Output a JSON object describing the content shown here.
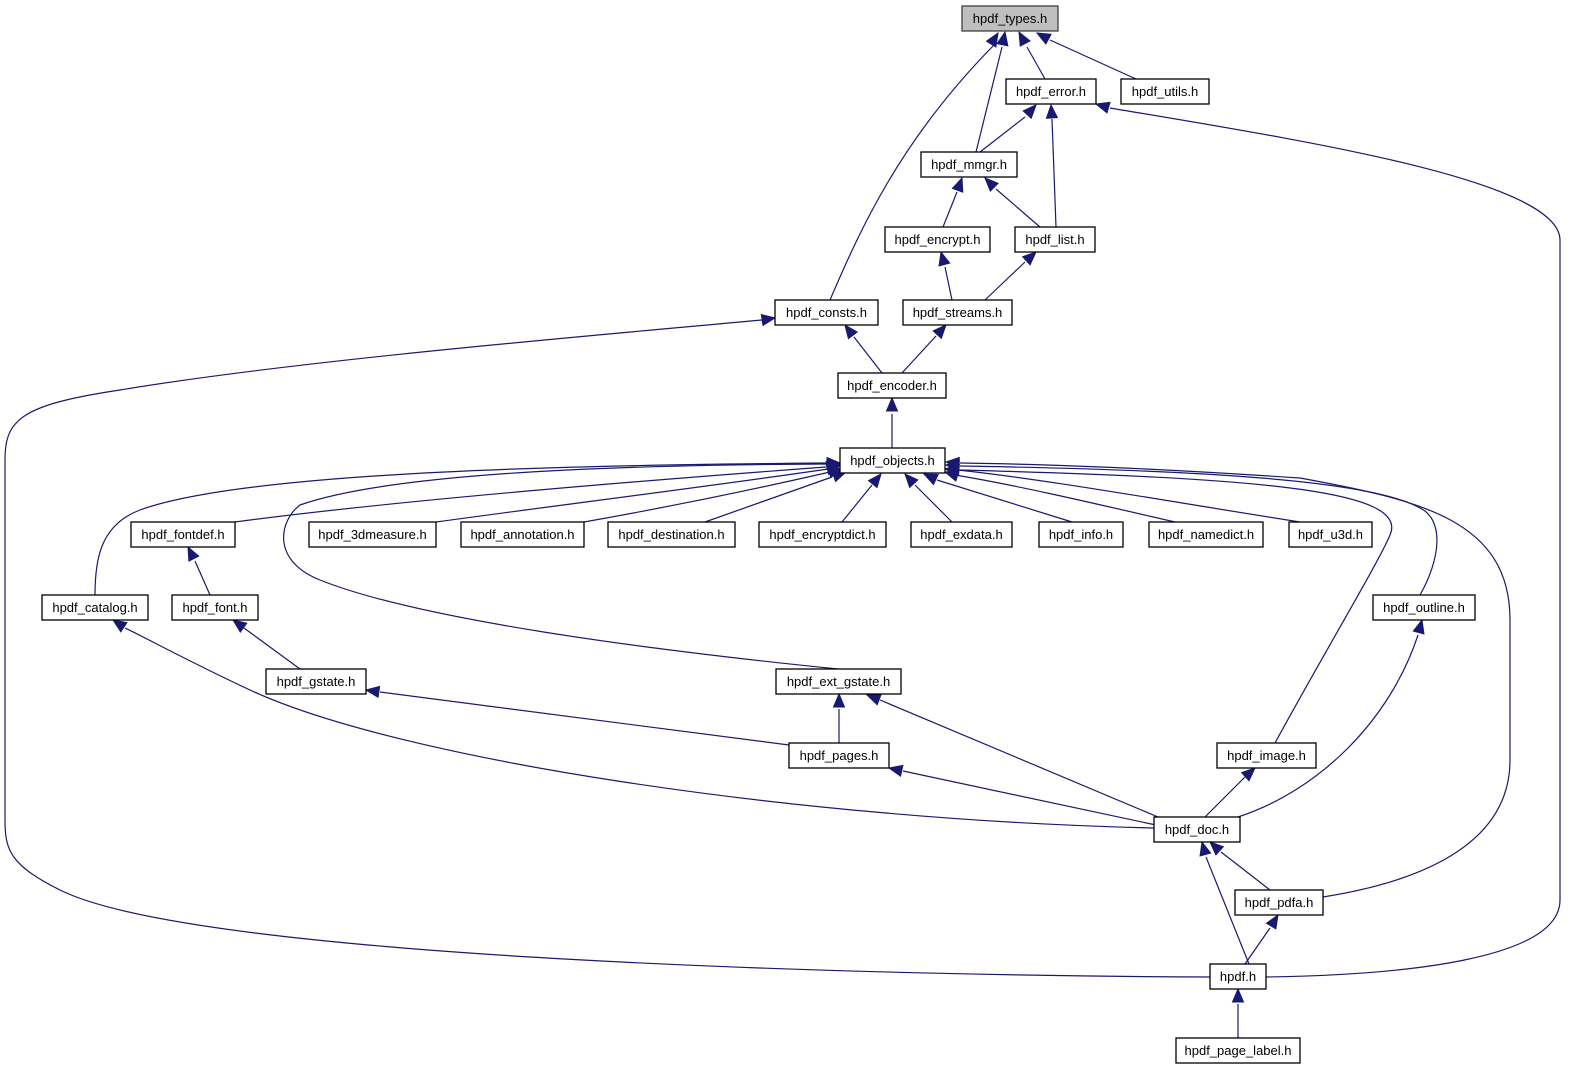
{
  "diagram": {
    "title": "hpdf_types.h include dependency graph",
    "root": "types",
    "colors": {
      "edge": "#191970",
      "node_border": "#000000",
      "root_fill": "#bfbfbf",
      "node_fill": "#ffffff"
    },
    "nodes": [
      {
        "id": "types",
        "label": "hpdf_types.h"
      },
      {
        "id": "error",
        "label": "hpdf_error.h"
      },
      {
        "id": "utils",
        "label": "hpdf_utils.h"
      },
      {
        "id": "mmgr",
        "label": "hpdf_mmgr.h"
      },
      {
        "id": "encrypt",
        "label": "hpdf_encrypt.h"
      },
      {
        "id": "list",
        "label": "hpdf_list.h"
      },
      {
        "id": "consts",
        "label": "hpdf_consts.h"
      },
      {
        "id": "streams",
        "label": "hpdf_streams.h"
      },
      {
        "id": "encoder",
        "label": "hpdf_encoder.h"
      },
      {
        "id": "objects",
        "label": "hpdf_objects.h"
      },
      {
        "id": "fontdef",
        "label": "hpdf_fontdef.h"
      },
      {
        "id": "3dmeasure",
        "label": "hpdf_3dmeasure.h"
      },
      {
        "id": "annotation",
        "label": "hpdf_annotation.h"
      },
      {
        "id": "destination",
        "label": "hpdf_destination.h"
      },
      {
        "id": "encryptdict",
        "label": "hpdf_encryptdict.h"
      },
      {
        "id": "exdata",
        "label": "hpdf_exdata.h"
      },
      {
        "id": "info",
        "label": "hpdf_info.h"
      },
      {
        "id": "namedict",
        "label": "hpdf_namedict.h"
      },
      {
        "id": "u3d",
        "label": "hpdf_u3d.h"
      },
      {
        "id": "catalog",
        "label": "hpdf_catalog.h"
      },
      {
        "id": "font",
        "label": "hpdf_font.h"
      },
      {
        "id": "outline",
        "label": "hpdf_outline.h"
      },
      {
        "id": "gstate",
        "label": "hpdf_gstate.h"
      },
      {
        "id": "ext_gstate",
        "label": "hpdf_ext_gstate.h"
      },
      {
        "id": "pages",
        "label": "hpdf_pages.h"
      },
      {
        "id": "image",
        "label": "hpdf_image.h"
      },
      {
        "id": "doc",
        "label": "hpdf_doc.h"
      },
      {
        "id": "pdfa",
        "label": "hpdf_pdfa.h"
      },
      {
        "id": "hpdf",
        "label": "hpdf.h"
      },
      {
        "id": "page_label",
        "label": "hpdf_page_label.h"
      }
    ],
    "edges": [
      {
        "from": "error",
        "to": "types"
      },
      {
        "from": "utils",
        "to": "types"
      },
      {
        "from": "mmgr",
        "to": "types"
      },
      {
        "from": "consts",
        "to": "types"
      },
      {
        "from": "mmgr",
        "to": "error"
      },
      {
        "from": "list",
        "to": "error"
      },
      {
        "from": "hpdf",
        "to": "error"
      },
      {
        "from": "encrypt",
        "to": "mmgr"
      },
      {
        "from": "list",
        "to": "mmgr"
      },
      {
        "from": "streams",
        "to": "encrypt"
      },
      {
        "from": "streams",
        "to": "list"
      },
      {
        "from": "encoder",
        "to": "consts"
      },
      {
        "from": "encoder",
        "to": "streams"
      },
      {
        "from": "hpdf",
        "to": "consts"
      },
      {
        "from": "objects",
        "to": "encoder"
      },
      {
        "from": "fontdef",
        "to": "objects"
      },
      {
        "from": "3dmeasure",
        "to": "objects"
      },
      {
        "from": "annotation",
        "to": "objects"
      },
      {
        "from": "destination",
        "to": "objects"
      },
      {
        "from": "encryptdict",
        "to": "objects"
      },
      {
        "from": "exdata",
        "to": "objects"
      },
      {
        "from": "info",
        "to": "objects"
      },
      {
        "from": "namedict",
        "to": "objects"
      },
      {
        "from": "u3d",
        "to": "objects"
      },
      {
        "from": "catalog",
        "to": "objects"
      },
      {
        "from": "ext_gstate",
        "to": "objects"
      },
      {
        "from": "image",
        "to": "objects"
      },
      {
        "from": "outline",
        "to": "objects"
      },
      {
        "from": "pdfa",
        "to": "objects"
      },
      {
        "from": "font",
        "to": "fontdef"
      },
      {
        "from": "gstate",
        "to": "font"
      },
      {
        "from": "pages",
        "to": "gstate"
      },
      {
        "from": "pages",
        "to": "ext_gstate"
      },
      {
        "from": "doc",
        "to": "ext_gstate"
      },
      {
        "from": "doc",
        "to": "catalog"
      },
      {
        "from": "doc",
        "to": "pages"
      },
      {
        "from": "doc",
        "to": "image"
      },
      {
        "from": "doc",
        "to": "outline"
      },
      {
        "from": "pdfa",
        "to": "doc"
      },
      {
        "from": "hpdf",
        "to": "doc"
      },
      {
        "from": "hpdf",
        "to": "pdfa"
      },
      {
        "from": "page_label",
        "to": "hpdf"
      }
    ]
  }
}
